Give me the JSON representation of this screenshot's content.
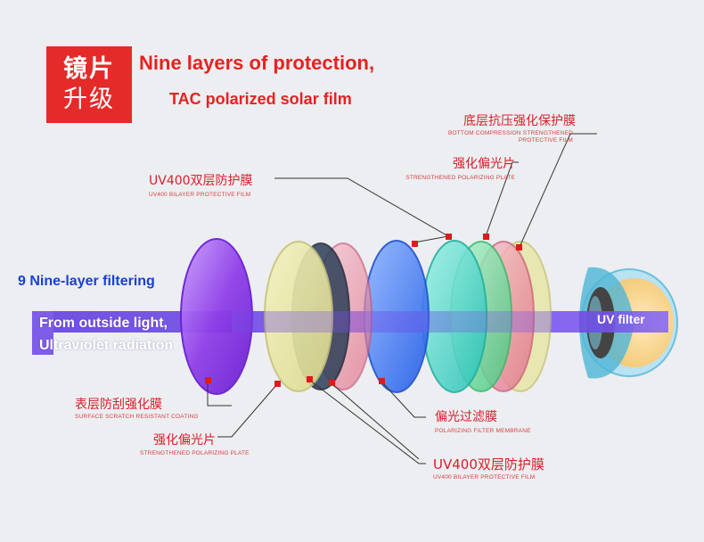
{
  "header": {
    "badge_line1": "镜片",
    "badge_line2": "升级",
    "title": "Nine layers of protection,",
    "subtitle": "TAC polarized solar film"
  },
  "left_labels": {
    "filtering": "9 Nine-layer filtering",
    "light_line1": "From outside light,",
    "light_line2": "Ultraviolet radiation"
  },
  "eye_label": "UV filter",
  "callouts": {
    "top_bottom_compression": {
      "cn": "底层抗压强化保护膜",
      "en_line1": "BOTTOM COMPRESSION STRENGTHENED",
      "en_line2": "PROTECTIVE FILM"
    },
    "top_strengthened_polarizing": {
      "cn": "强化偏光片",
      "en": "STRENGTHENED POLARIZING PLATE"
    },
    "top_uv400": {
      "cn": "UV400双层防护膜",
      "en": "UV400 BILAYER PROTECTIVE FILM"
    },
    "surface_scratch": {
      "cn": "表层防刮强化膜",
      "en": "SURFACE SCRATCH RESISTANT COATING"
    },
    "bottom_strengthened_polarizing": {
      "cn": "强化偏光片",
      "en": "STRENGTHENED POLARIZING PLATE"
    },
    "polarizing_filter": {
      "cn": "偏光过滤膜",
      "en": "POLARIZING FILTER MEMBRANE"
    },
    "bottom_uv400": {
      "cn": "UV400双层防护膜",
      "en": "UV400 BILAYER PROTECTIVE FILM"
    }
  },
  "colors": {
    "accent_red": "#e52a2a",
    "beam": "#7f5cf0",
    "lens_purple": "#9b3cf0",
    "lens_blue": "#2f6ff0",
    "lens_teal": "#3fd0c0",
    "lens_green": "#58d890",
    "lens_pink": "#e77a95",
    "lens_yellow": "#e8e69a"
  }
}
